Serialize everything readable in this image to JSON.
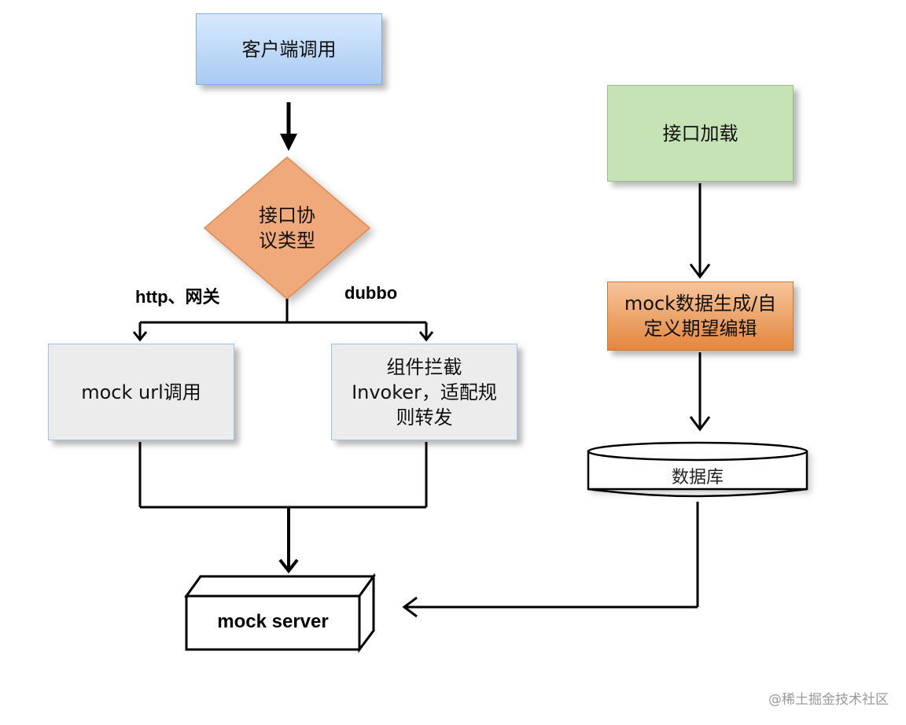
{
  "nodes": {
    "client_call": "客户端调用",
    "protocol_type": "接口协\n议类型",
    "mock_url_call": "mock url调用",
    "component_intercept": "组件拦截\nInvoker，适配规\n则转发",
    "mock_server": "mock server",
    "interface_load": "接口加载",
    "mock_data_gen": "mock数据生成/自\n定义期望编辑",
    "database": "数据库"
  },
  "edge_labels": {
    "http_gateway": "http、网关",
    "dubbo": "dubbo"
  },
  "watermark": "@稀土掘金技术社区",
  "colors": {
    "client_fill": "#a9cbf1",
    "protocol_fill": "#f0a97a",
    "load_fill": "#c6e3b5",
    "mockgen_fill": "#e4863e",
    "gray_fill": "#ececec"
  }
}
